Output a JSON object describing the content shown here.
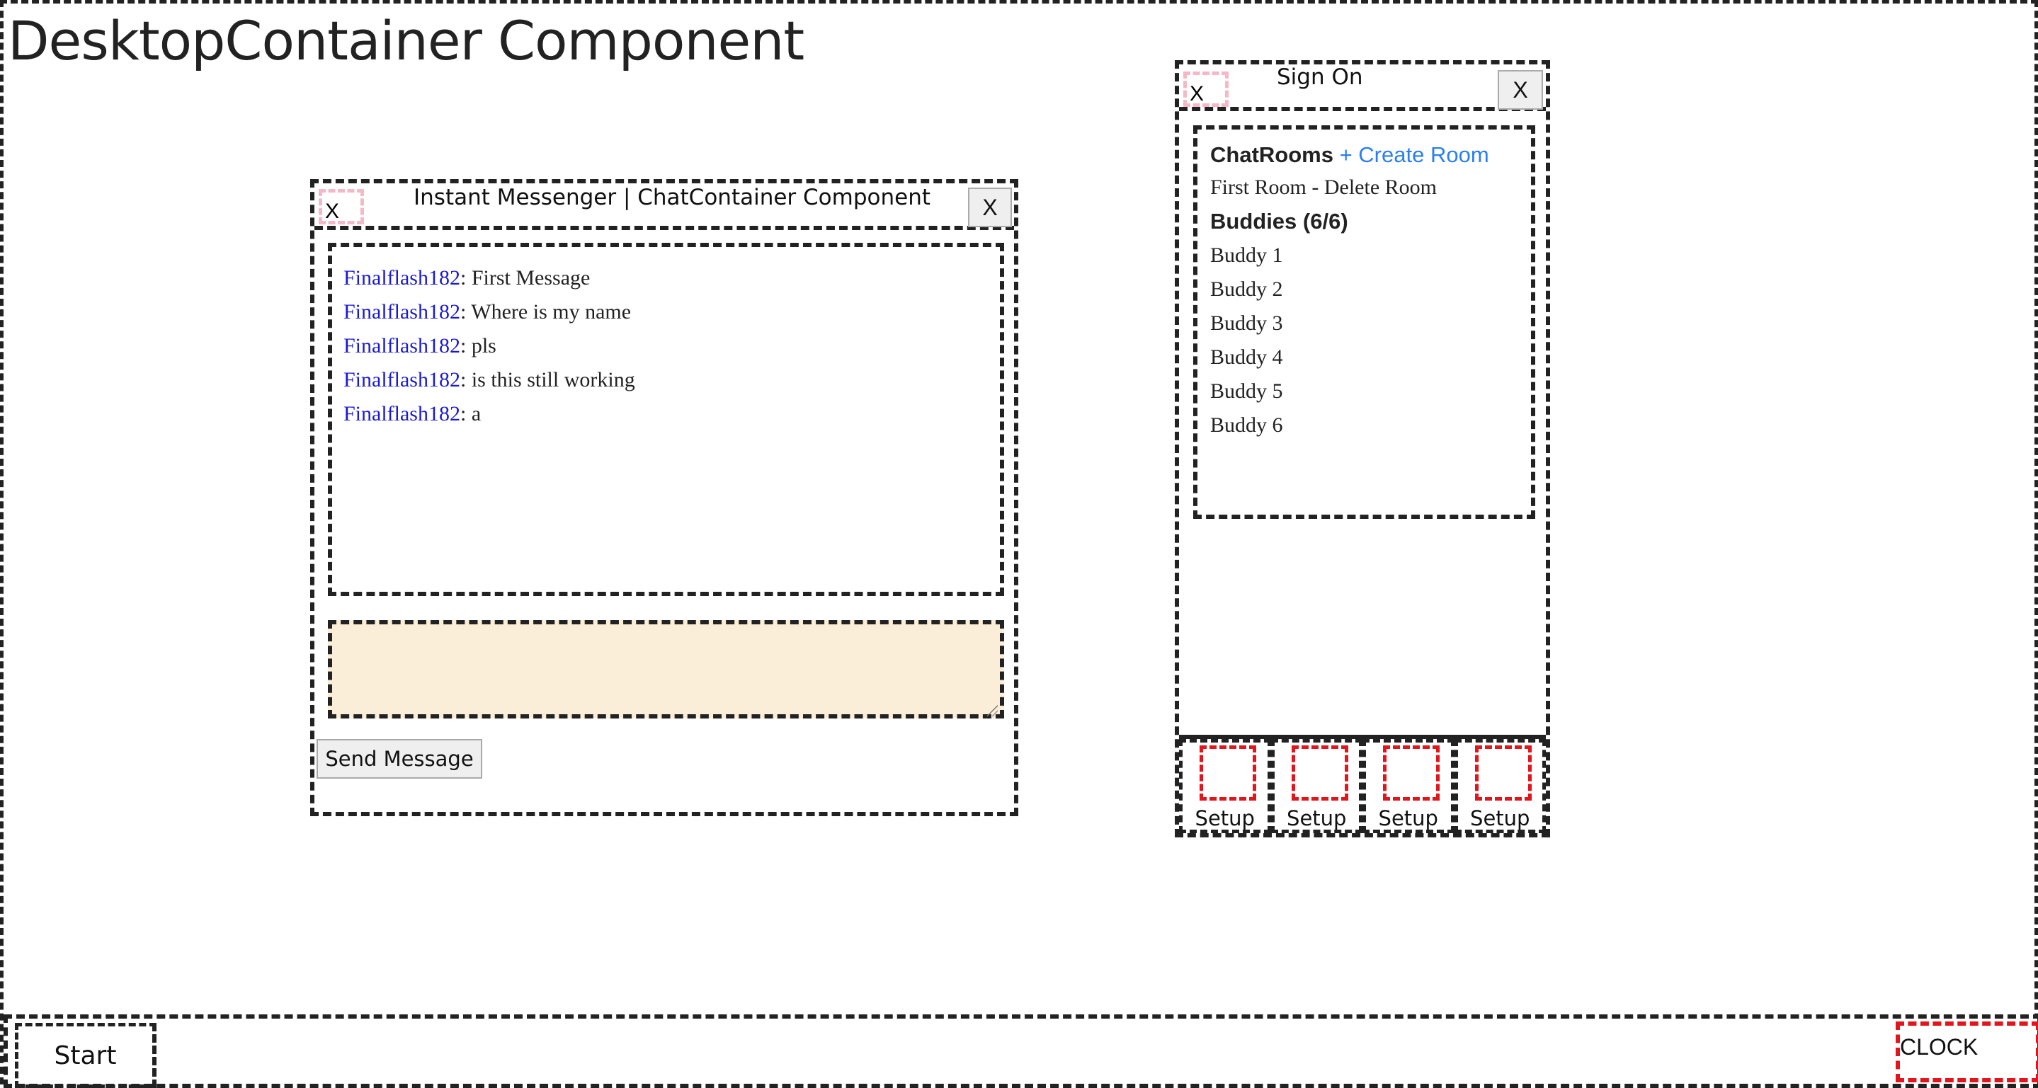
{
  "desktop": {
    "title": "DesktopContainer Component"
  },
  "im_window": {
    "title": "Instant Messenger | ChatContainer Component",
    "pink_close_label": "X",
    "close_label": "X",
    "messages": [
      {
        "user": "Finalflash182",
        "text": ": First Message"
      },
      {
        "user": "Finalflash182",
        "text": ": Where is my name"
      },
      {
        "user": "Finalflash182",
        "text": ": pls"
      },
      {
        "user": "Finalflash182",
        "text": ": is this still working"
      },
      {
        "user": "Finalflash182",
        "text": ": a"
      }
    ],
    "input_value": "",
    "send_label": "Send Message",
    "colors": {
      "username": "#1a1ad6",
      "input_bg": "#fbeed8"
    }
  },
  "signon_window": {
    "title": "Sign On",
    "pink_close_label": "X",
    "close_label": "X",
    "chatrooms_label": "ChatRooms",
    "create_room_label": "+ Create Room",
    "rooms": [
      "First Room - Delete Room"
    ],
    "buddies_label": "Buddies (6/6)",
    "buddies": [
      "Buddy 1",
      "Buddy 2",
      "Buddy 3",
      "Buddy 4",
      "Buddy 5",
      "Buddy 6"
    ],
    "setup_items": [
      "Setup",
      "Setup",
      "Setup",
      "Setup"
    ],
    "colors": {
      "link": "#2a7ff0",
      "setup_icon_border": "#e0161c"
    }
  },
  "taskbar": {
    "start_label": "Start",
    "clock_label": "CLOCK"
  }
}
